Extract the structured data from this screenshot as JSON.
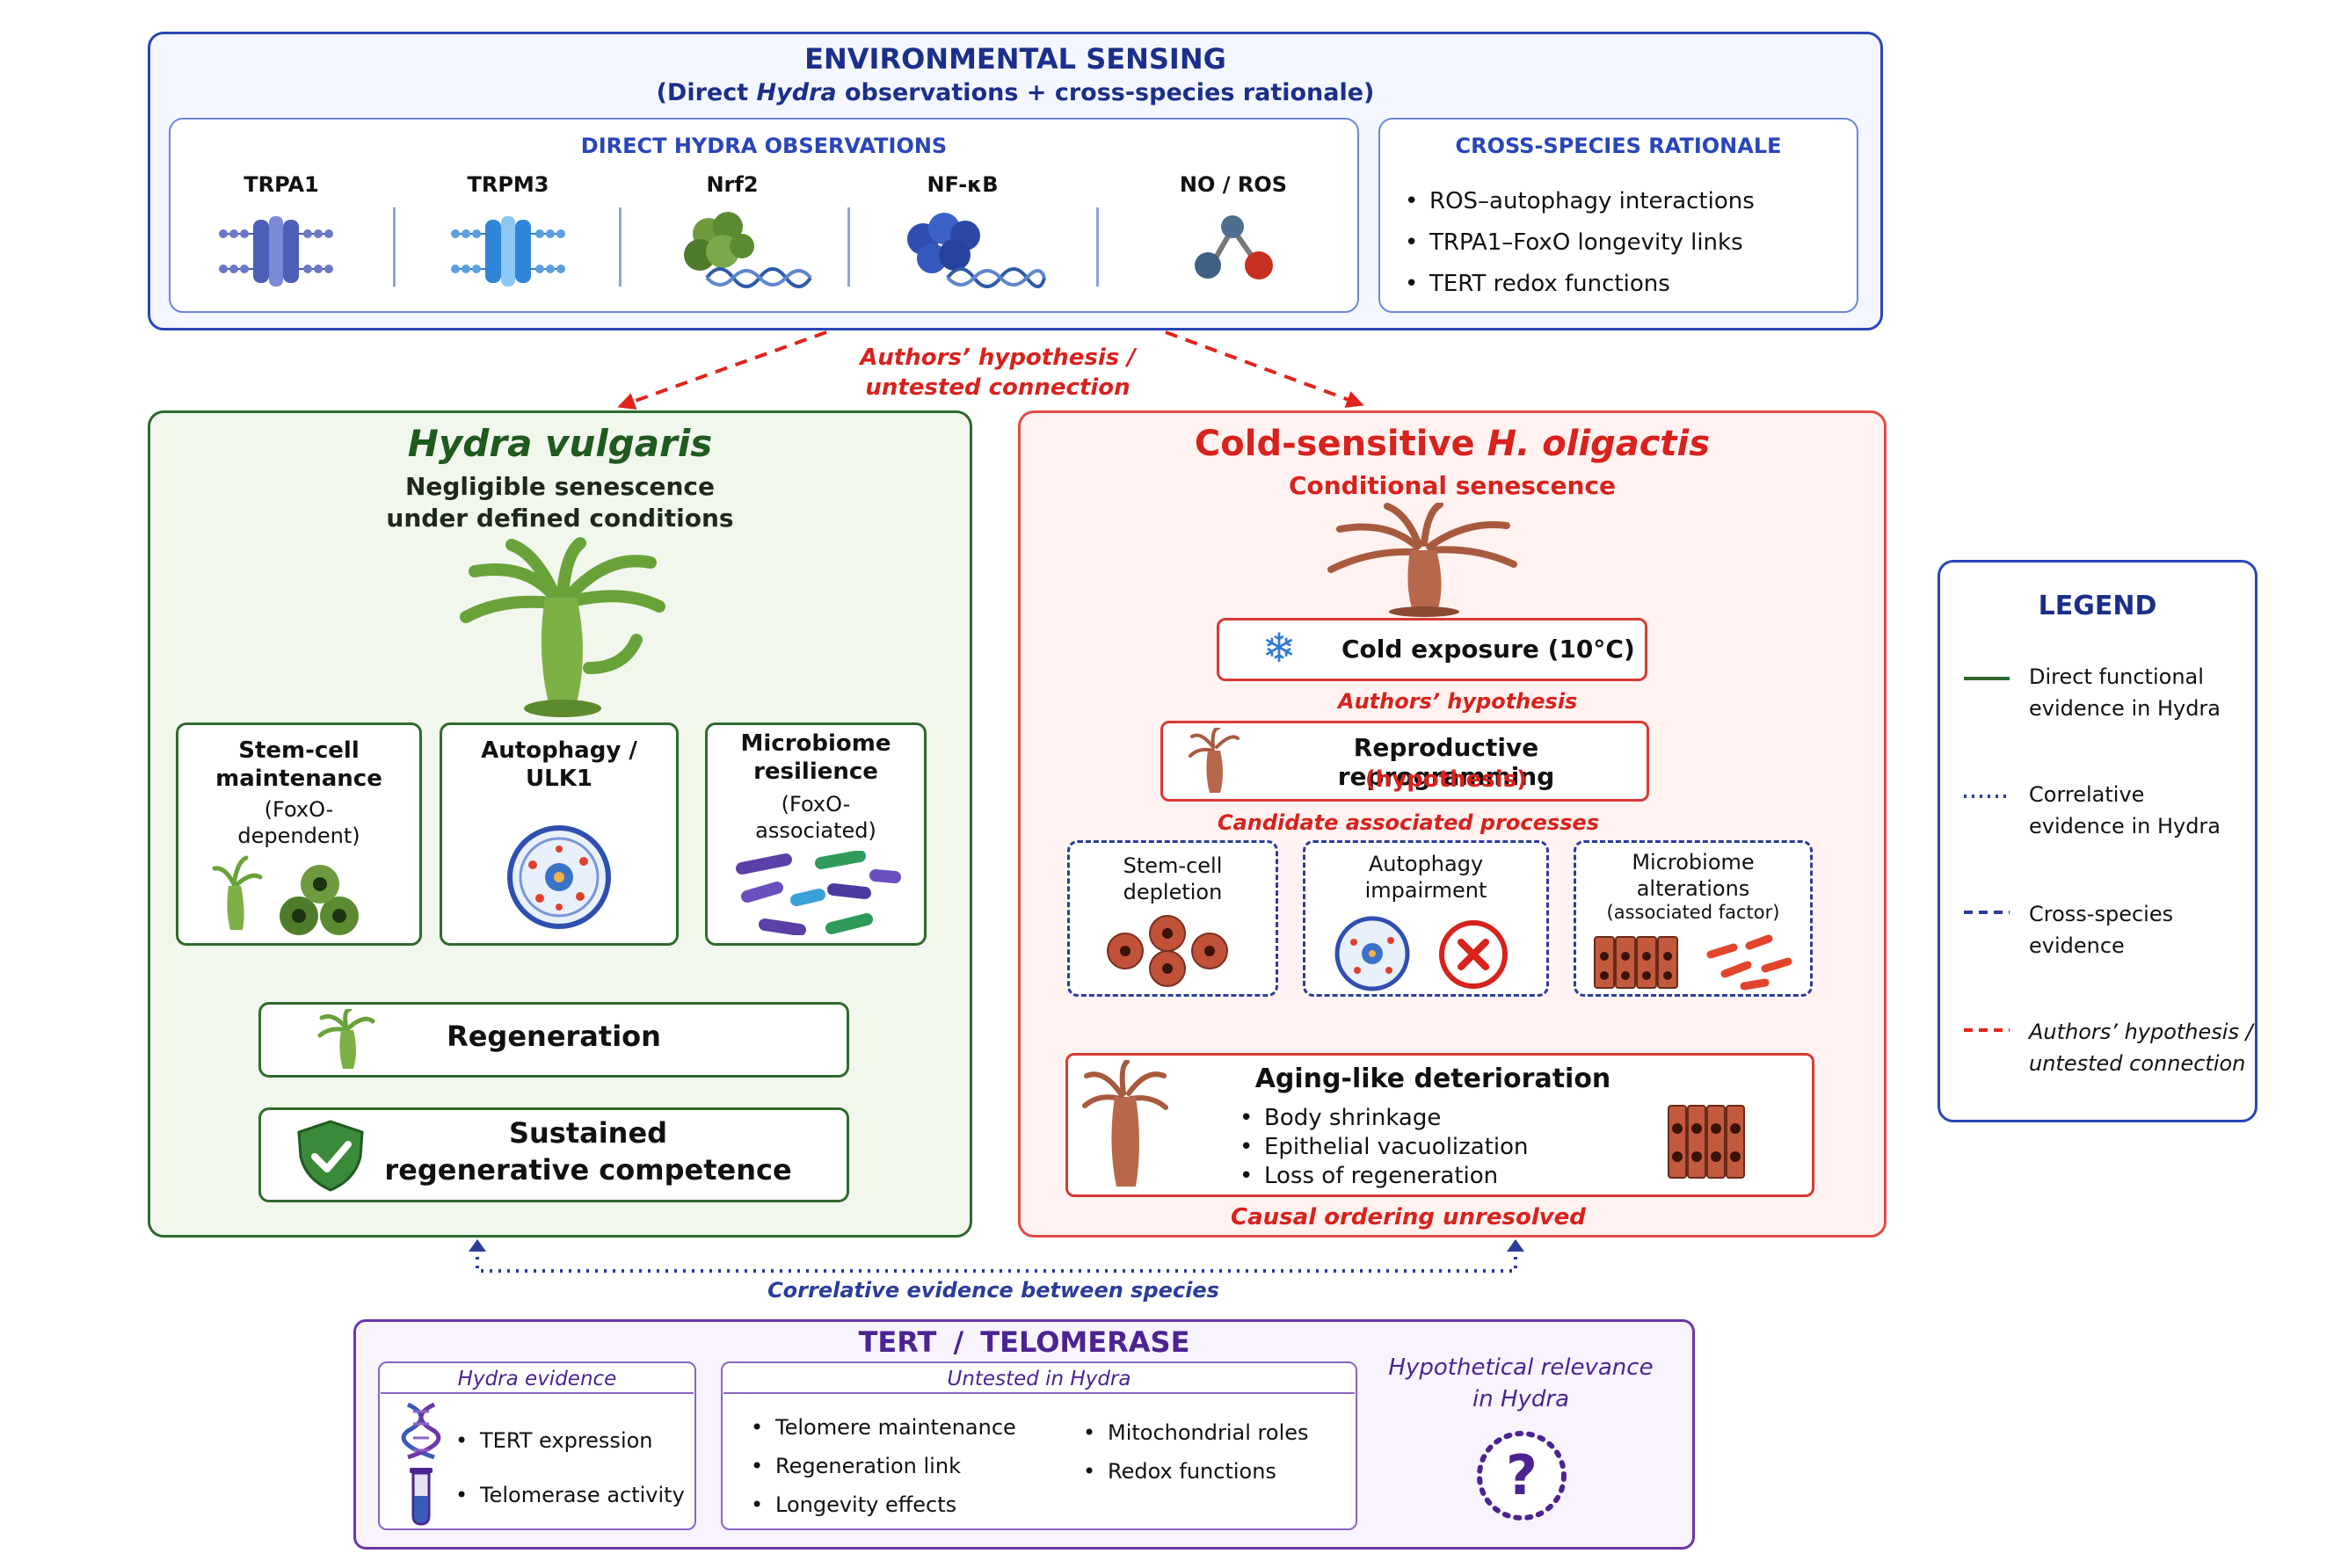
{
  "env": {
    "title": "ENVIRONMENTAL SENSING",
    "subtitle_pre": "(Direct ",
    "subtitle_em": "Hydra",
    "subtitle_post": " observations + cross-species rationale)",
    "direct": {
      "title": "DIRECT HYDRA OBSERVATIONS",
      "sensors": [
        "TRPA1",
        "TRPM3",
        "Nrf2",
        "NF-κB",
        "NO / ROS"
      ]
    },
    "cross": {
      "title": "CROSS-SPECIES RATIONALE",
      "items": [
        "ROS–autophagy interactions",
        "TRPA1–FoxO longevity links",
        "TERT redox functions"
      ]
    }
  },
  "hypothesis_label": [
    "Authors’ hypothesis /",
    "untested connection"
  ],
  "hv": {
    "title": "Hydra vulgaris",
    "subtitle": [
      "Negligible senescence",
      "under defined conditions"
    ],
    "boxes": [
      {
        "title": [
          "Stem-cell",
          "maintenance"
        ],
        "note": [
          "(FoxO-",
          "dependent)"
        ]
      },
      {
        "title": [
          "Autophagy /",
          "ULK1"
        ],
        "note": []
      },
      {
        "title": [
          "Microbiome",
          "resilience"
        ],
        "note": [
          "(FoxO-",
          "associated)"
        ]
      }
    ],
    "regeneration": "Regeneration",
    "sustained": [
      "Sustained",
      "regenerative competence"
    ]
  },
  "ho": {
    "title_pre": "Cold-sensitive ",
    "title_em": "H. oligactis",
    "subtitle": "Conditional senescence",
    "cold": "Cold exposure (10°C)",
    "hyp": "Authors’ hypothesis",
    "repro": "Reproductive reprogramming",
    "repro_note": "(hypothesis)",
    "candidate": "Candidate associated processes",
    "processes": [
      {
        "title": [
          "Stem-cell",
          "depletion"
        ],
        "note": ""
      },
      {
        "title": [
          "Autophagy",
          "impairment"
        ],
        "note": ""
      },
      {
        "title": [
          "Microbiome",
          "alterations"
        ],
        "note": "(associated factor)"
      }
    ],
    "aging_title": "Aging-like deterioration",
    "aging_items": [
      "Body shrinkage",
      "Epithelial vacuolization",
      "Loss of regeneration"
    ],
    "causal": "Causal ordering unresolved"
  },
  "correlative_between": "Correlative evidence between species",
  "legend": {
    "title": "LEGEND",
    "items": [
      {
        "text": [
          "Direct functional",
          "evidence in Hydra"
        ],
        "color": "#2f6a2c",
        "style": "solid"
      },
      {
        "text": [
          "Correlative",
          "evidence in Hydra"
        ],
        "color": "#2b3c9a",
        "style": "dotted"
      },
      {
        "text": [
          "Cross-species",
          "evidence"
        ],
        "color": "#2b3c9a",
        "style": "dashed"
      },
      {
        "text": [
          "Authors’ hypothesis /",
          "untested connection"
        ],
        "color": "#e0231c",
        "style": "dashed"
      }
    ]
  },
  "tert": {
    "title": "TERT / TELOMERASE",
    "evidence_title": "Hydra evidence",
    "evidence_items": [
      "TERT expression",
      "Telomerase activity"
    ],
    "untested_title": "Untested in Hydra",
    "untested_col1": [
      "Telomere maintenance",
      "Regeneration link",
      "Longevity effects"
    ],
    "untested_col2": [
      "Mitochondrial roles",
      "Redox functions"
    ],
    "hypothetical": [
      "Hypothetical relevance",
      "in Hydra"
    ]
  }
}
